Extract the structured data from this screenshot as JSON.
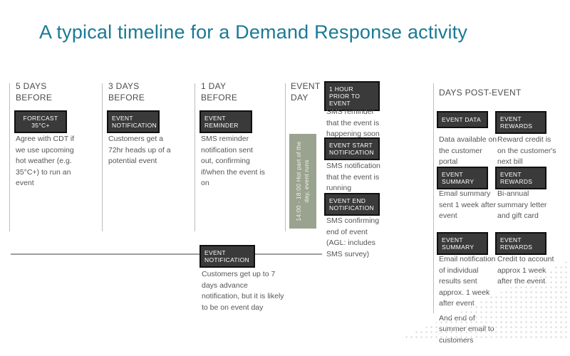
{
  "title": "A typical timeline for a Demand Response activity",
  "columns": [
    {
      "header": "5 DAYS BEFORE",
      "badge": "FORECAST 35°C+",
      "body": "Agree with CDT if we use upcoming hot weather (e.g. 35°C+) to run an event"
    },
    {
      "header": "3 DAYS BEFORE",
      "badge": "EVENT NOTIFICATION",
      "body": "Customers get a 72hr heads up of a potential event"
    },
    {
      "header": "1 DAY BEFORE",
      "badge": "EVENT REMINDER",
      "body": "SMS reminder notification sent out, confirming if/when the event is on"
    },
    {
      "header": "EVENT DAY"
    }
  ],
  "event_day_bar": {
    "color": "#9aa38f",
    "lines": [
      "14:00 - 18:00 Hot part of the",
      "day, event runs"
    ]
  },
  "event_day_items": [
    {
      "badge": "1 HOUR PRIOR TO EVENT",
      "body": "SMS reminder that the event is happening soon"
    },
    {
      "badge": "EVENT START NOTIFICATION",
      "body": "SMS notification that the event is running"
    },
    {
      "badge": "EVENT END NOTIFICATION",
      "body": "SMS confirming end of event (AGL: includes SMS survey)"
    }
  ],
  "post_event": {
    "header": "DAYS POST-EVENT",
    "rows": [
      {
        "left": {
          "badge": "EVENT DATA",
          "body": "Data available on the customer portal"
        },
        "right": {
          "badge": "EVENT REWARDS",
          "body": "Reward credit is on the customer's next bill"
        }
      },
      {
        "left": {
          "badge": "EVENT SUMMARY",
          "body": "Email summary sent 1 week after event"
        },
        "right": {
          "badge": "EVENT REWARDS",
          "body": "Bi-annual summary letter and gift card"
        }
      },
      {
        "left": {
          "badge": "EVENT SUMMARY",
          "body": "Email notification of individual results sent approx. 1 week after event",
          "body2": "And end of summer email to customers"
        },
        "right": {
          "badge": "EVENT REWARDS",
          "body": "Credit to account approx 1 week after the event"
        }
      }
    ]
  },
  "footnote": {
    "badge": "EVENT NOTIFICATION",
    "body": "Customers get up to 7 days advance notification, but it is likely to be on event day"
  },
  "colors": {
    "accent_teal": "#1a7a94",
    "badge_bg": "#3a3a3a",
    "badge_border": "#0f0f0f",
    "event_bar": "#9aa38f",
    "body_text": "#555555",
    "divider": "#bdbdbd"
  }
}
